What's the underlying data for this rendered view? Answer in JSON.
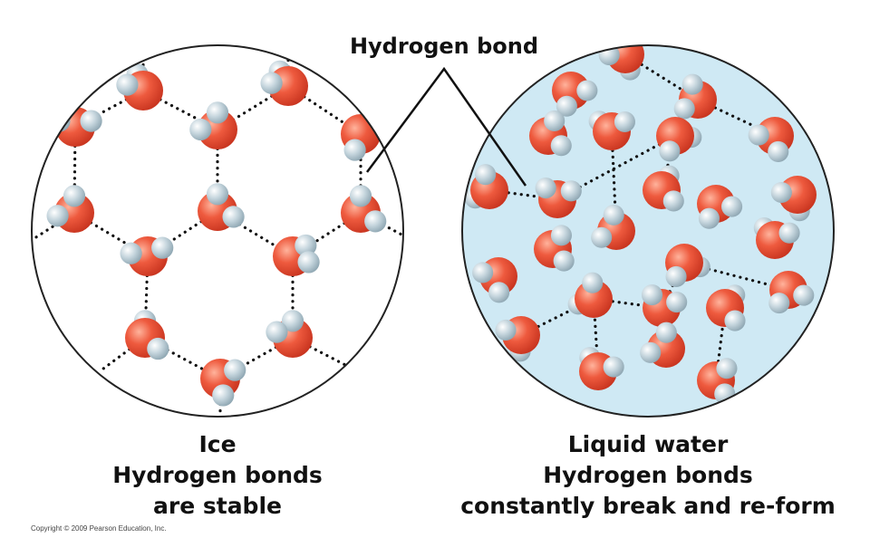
{
  "title": "Hydrogen bond",
  "ice": {
    "line1": "Ice",
    "line2": "Hydrogen bonds",
    "line3": "are stable"
  },
  "liquid": {
    "line1": "Liquid water",
    "line2": "Hydrogen bonds",
    "line3": "constantly break and re-form"
  },
  "copyright": "Copyright © 2009 Pearson Education, Inc.",
  "colors": {
    "oxygen": "#e8533a",
    "hydrogen": "#b9ccd6",
    "water_bg": "#cfe9f4",
    "outline": "#222222"
  }
}
